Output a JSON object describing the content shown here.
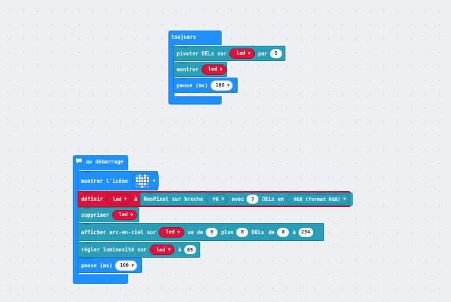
{
  "forever_block": {
    "label": "toujours",
    "rotate": {
      "label1": "pivoter DELs sur",
      "var": "led",
      "label2": "par",
      "value": "5"
    },
    "show": {
      "label": "montrer",
      "var": "led"
    },
    "pause": {
      "label": "pause (ms)",
      "value": "100"
    }
  },
  "on_start_block": {
    "label": "au démarrage",
    "show_icon": {
      "label": "montrer l'icône",
      "icon": "heart-icon"
    },
    "set_var": {
      "label1": "définir",
      "var": "led",
      "label2": "à",
      "create_label1": "NeoPixel sur broche",
      "pin": "P0",
      "label3": "avec",
      "count": "7",
      "label4": "DELs en",
      "mode": "RGB (format RGB)"
    },
    "clear": {
      "label": "supprimer",
      "var": "led"
    },
    "rainbow": {
      "label1": "afficher arc-en-ciel sur",
      "var": "led",
      "label2": "va de",
      "from": "0",
      "label3": "plus",
      "count": "8",
      "label4": "DELs",
      "label5": "de",
      "hue_from": "0",
      "label6": "à",
      "hue_to": "254"
    },
    "brightness": {
      "label1": "régler luminosité sur",
      "var": "led",
      "label2": "à",
      "value": "69"
    },
    "pause": {
      "label": "pause (ms)",
      "value": "100"
    }
  },
  "colors": {
    "basic": "#1e90ff",
    "neopixel": "#2a9db9",
    "variables": "#dc143c",
    "background": "#ecf0f1"
  }
}
